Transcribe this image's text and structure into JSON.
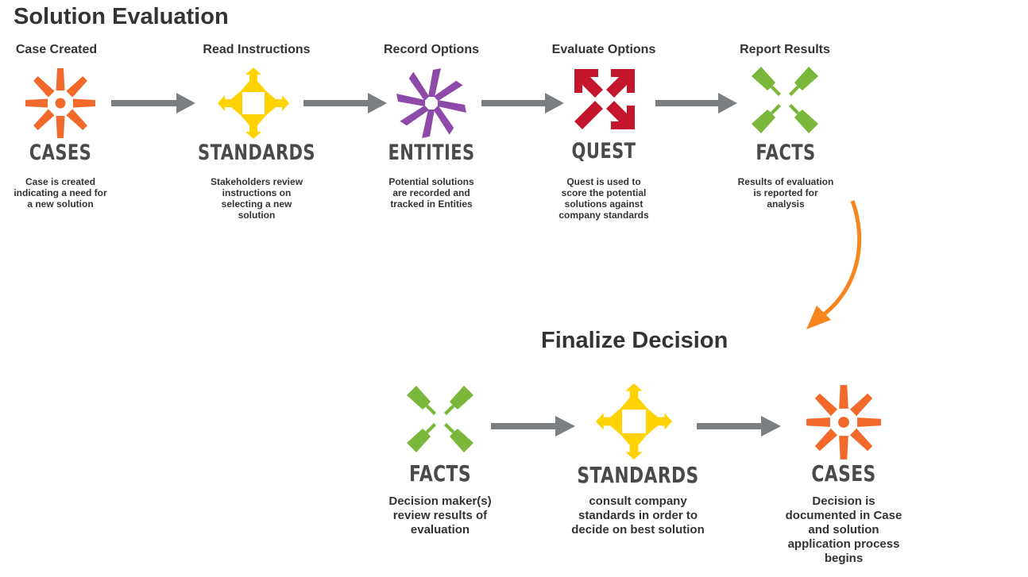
{
  "diagram": {
    "title": "Solution Evaluation",
    "finalize_title": "Finalize Decision",
    "colors": {
      "cases": "#f26a2b",
      "standards": "#ffd200",
      "entities": "#8e4aa8",
      "quest": "#c5172c",
      "facts": "#7ab83b",
      "arrow": "#7b7f82",
      "curve_arrow": "#f7861e"
    },
    "steps": [
      {
        "label": "Case Created",
        "icon": "cases-icon",
        "brand": "CASES",
        "description": "Case is created indicating a need for a new solution"
      },
      {
        "label": "Read Instructions",
        "icon": "standards-icon",
        "brand": "STANDARDS",
        "description": "Stakeholders review instructions on selecting a new solution"
      },
      {
        "label": "Record Options",
        "icon": "entities-icon",
        "brand": "ENTITIES",
        "description": "Potential solutions are recorded and tracked in Entities"
      },
      {
        "label": "Evaluate Options",
        "icon": "quest-icon",
        "brand": "QUEST",
        "description": "Quest is used to score the potential solutions against company standards"
      },
      {
        "label": "Report Results",
        "icon": "facts-icon",
        "brand": "FACTS",
        "description": "Results of evaluation is reported for analysis"
      }
    ],
    "final_steps": [
      {
        "icon": "facts-icon",
        "brand": "FACTS",
        "description": "Decision maker(s) review results of evaluation"
      },
      {
        "icon": "standards-icon",
        "brand": "STANDARDS",
        "description": "consult company standards in order to decide on best solution"
      },
      {
        "icon": "cases-icon",
        "brand": "CASES",
        "description": "Decision is documented in Case and solution application process begins"
      }
    ]
  }
}
